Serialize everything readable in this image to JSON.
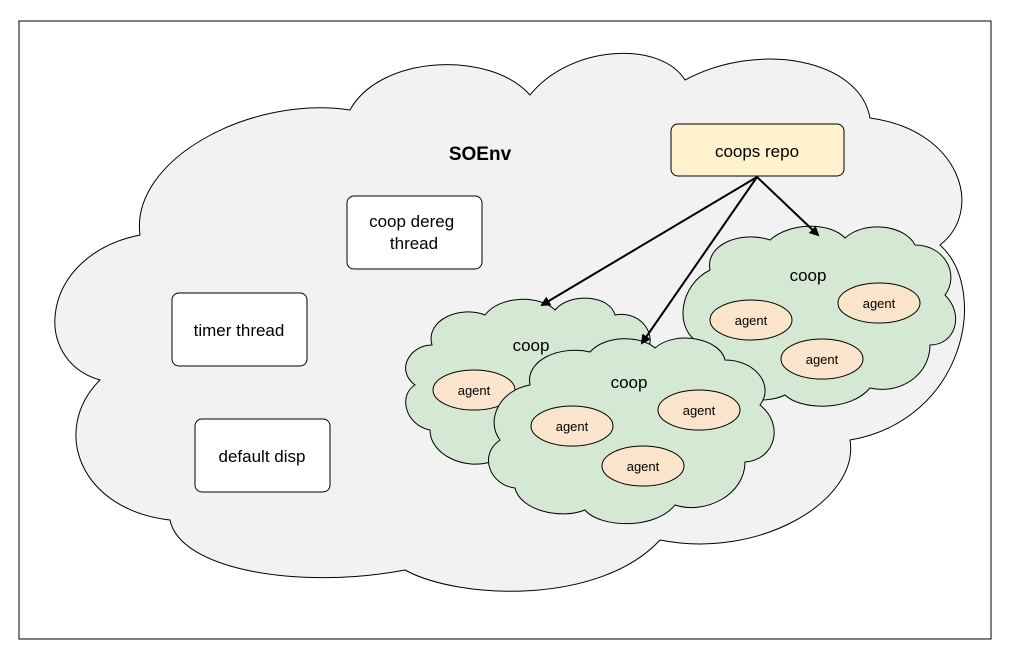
{
  "diagram": {
    "title": "SOEnv",
    "repo": {
      "label": "coops repo"
    },
    "threads": {
      "coop_dereg_line1": "coop dereg",
      "coop_dereg_line2": "thread",
      "timer": "timer thread",
      "default_disp": "default disp"
    },
    "coops": [
      {
        "label": "coop",
        "agents": [
          "agent"
        ]
      },
      {
        "label": "coop",
        "agents": [
          "agent",
          "agent",
          "agent"
        ]
      },
      {
        "label": "coop",
        "agents": [
          "agent",
          "agent",
          "agent"
        ]
      }
    ],
    "colors": {
      "environment_fill": "#f2f2f2",
      "coop_fill": "#d5e8d4",
      "agent_fill": "#fae5cc",
      "repo_fill": "#fff2cc",
      "stroke": "#000000"
    }
  }
}
